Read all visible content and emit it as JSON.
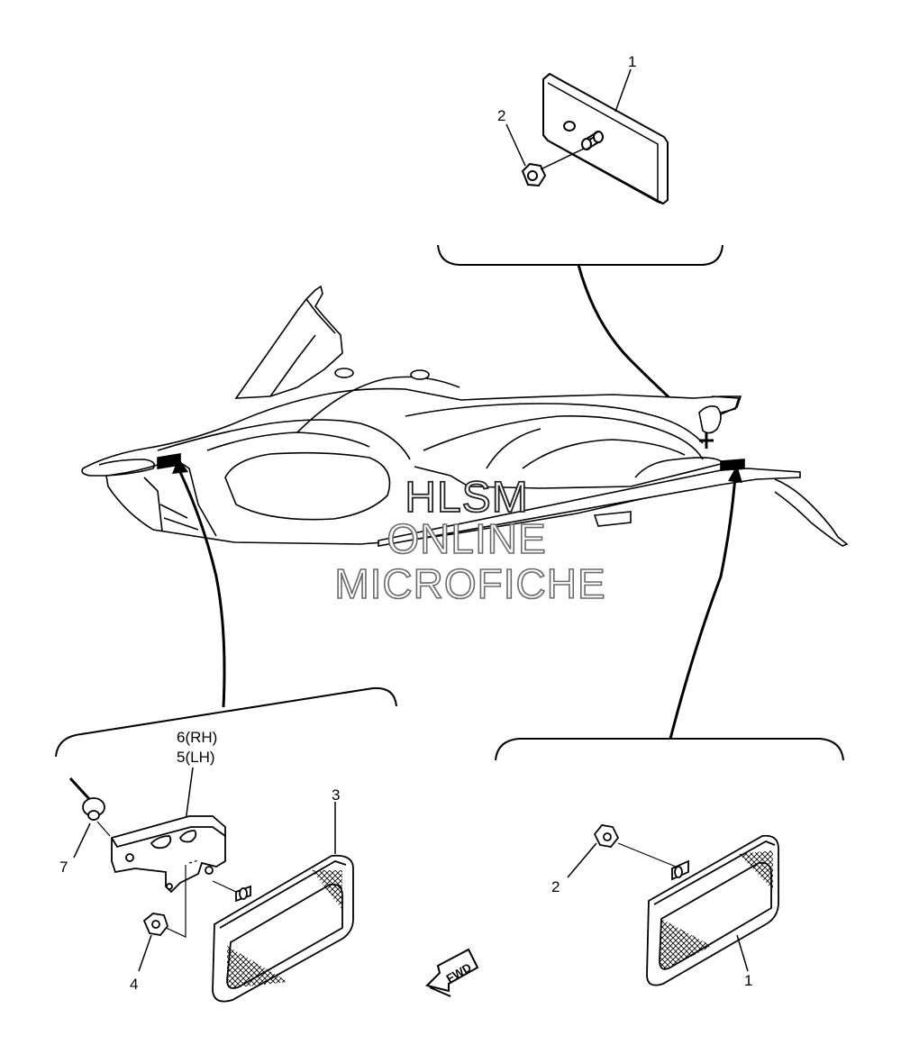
{
  "callouts": {
    "top_plate": "1",
    "top_nut": "2",
    "bracket_rh": "6(RH)",
    "bracket_lh": "5(LH)",
    "rivet": "7",
    "left_reflector": "3",
    "left_nut": "4",
    "right_nut": "2",
    "right_reflector": "1"
  },
  "fwd_label": "FWD",
  "watermark": {
    "line1": "HLSM",
    "line2": "ONLINE",
    "line3": "MICROFICHE"
  }
}
